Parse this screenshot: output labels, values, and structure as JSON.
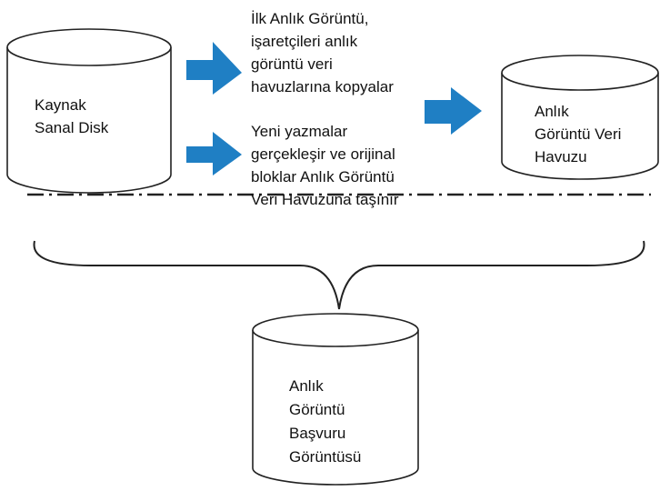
{
  "source_disk": {
    "label_lines": [
      "Kaynak",
      "Sanal Disk"
    ]
  },
  "snapshot_pool": {
    "label_lines": [
      "Anlık",
      "Görüntü Veri",
      "Havuzu"
    ]
  },
  "reference_image": {
    "label_lines": [
      "Anlık",
      "Görüntü",
      "Başvuru",
      "Görüntüsü"
    ]
  },
  "first_snapshot_note": {
    "lines": [
      "İlk Anlık Görüntü,",
      "işaretçileri anlık",
      "görüntü veri",
      "havuzlarına kopyalar"
    ]
  },
  "new_writes_note": {
    "lines": [
      "Yeni yazmalar",
      "gerçekleşir ve orijinal",
      "bloklar Anlık Görüntü",
      "Veri Havuzuna taşınır"
    ]
  },
  "colors": {
    "arrow": "#1f7fc4",
    "stroke": "#222222",
    "fill": "#ffffff"
  }
}
